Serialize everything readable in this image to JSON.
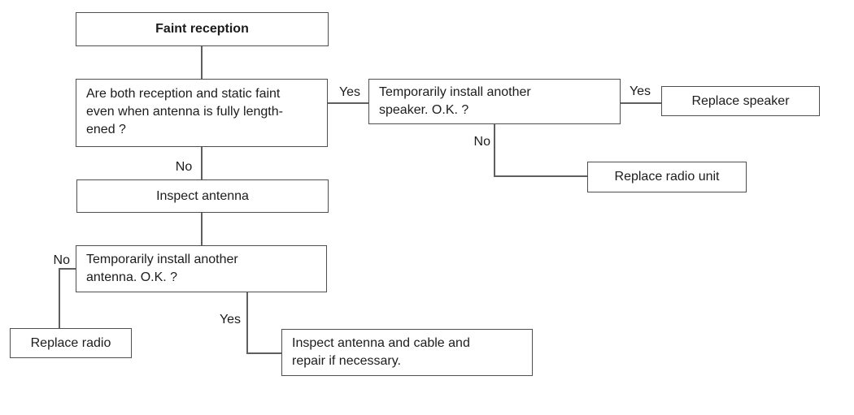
{
  "diagram": {
    "title": "Faint reception",
    "nodes": {
      "start": {
        "label": "Faint reception"
      },
      "q_reception_static": {
        "label": "Are both reception and static faint\neven when antenna is fully length-\nened ?"
      },
      "q_speaker": {
        "label": "Temporarily install another\nspeaker. O.K. ?"
      },
      "replace_speaker": {
        "label": "Replace speaker"
      },
      "replace_radio_unit": {
        "label": "Replace radio unit"
      },
      "inspect_antenna": {
        "label": "Inspect antenna"
      },
      "q_antenna": {
        "label": "Temporarily install another\nantenna. O.K. ?"
      },
      "replace_radio": {
        "label": "Replace radio"
      },
      "inspect_cable": {
        "label": "Inspect antenna and cable and\nrepair if necessary."
      }
    },
    "edge_labels": {
      "yes_q1_to_speaker": "Yes",
      "yes_speaker_to_replace_speaker": "Yes",
      "no_speaker_to_radio_unit": "No",
      "no_q1_to_inspect_antenna": "No",
      "no_antenna_to_replace_radio": "No",
      "yes_antenna_to_inspect_cable": "Yes"
    },
    "colors": {
      "background": "#ffffff",
      "box_border": "#4f4f4f",
      "line": "#5f5f5f",
      "text": "#1c1c1c"
    }
  }
}
